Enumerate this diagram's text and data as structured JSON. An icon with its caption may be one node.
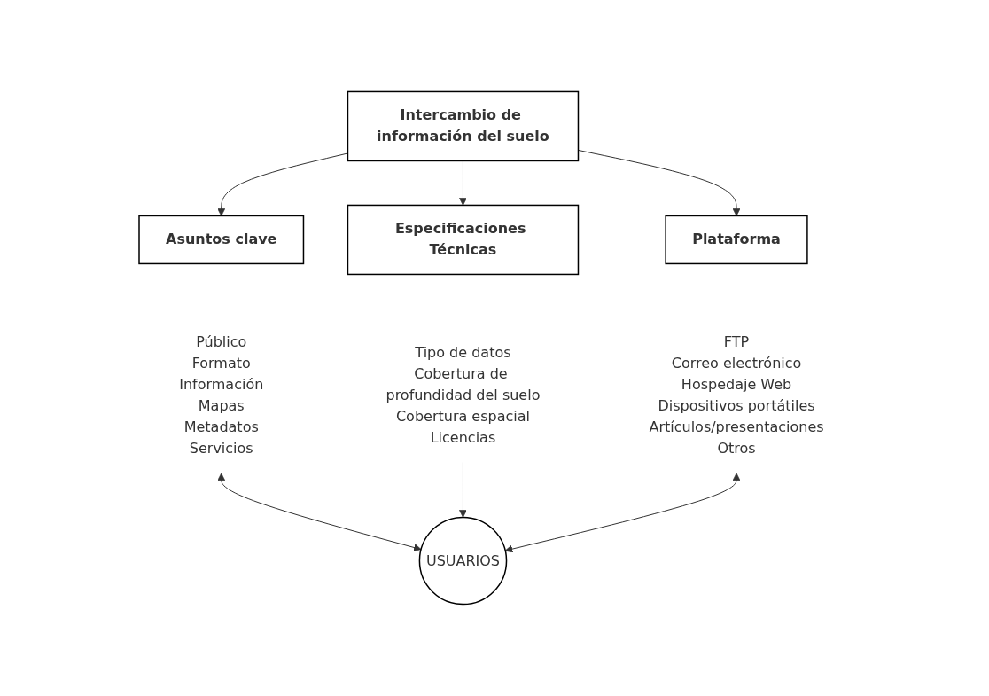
{
  "diagram": {
    "nodes": [
      {
        "text": [
          "Intercambio de información del suelo"
        ]
      },
      {
        "text": [
          "Asuntos clave"
        ]
      },
      {
        "text": [
          "Especificaciones Técnicas"
        ]
      },
      {
        "text": [
          "Plataforma"
        ]
      },
      {
        "text": [
          "Público",
          "Formato",
          "Información",
          "Mapas",
          "Metadatos",
          "Servicios"
        ]
      },
      {
        "text": [
          "Tipo de datos",
          "Cobertura de profundidad del suelo",
          "Cobertura espacial",
          "Licencias"
        ]
      },
      {
        "text": [
          "FTP",
          "Correo electrónico",
          "Hospedaje Web",
          "Dispositivos portátiles",
          "Artículos/presentaciones",
          "Otros"
        ]
      },
      {
        "text": [
          "USUARIOS"
        ]
      }
    ],
    "edges": [
      {
        "from": 0,
        "to": 1,
        "arrow": "to"
      },
      {
        "from": 0,
        "to": 2,
        "arrow": "to"
      },
      {
        "from": 0,
        "to": 3,
        "arrow": "to"
      },
      {
        "from": 4,
        "to": 7,
        "arrow": "both"
      },
      {
        "from": 5,
        "to": 7,
        "arrow": "to"
      },
      {
        "from": 6,
        "to": 7,
        "arrow": "both"
      }
    ]
  }
}
